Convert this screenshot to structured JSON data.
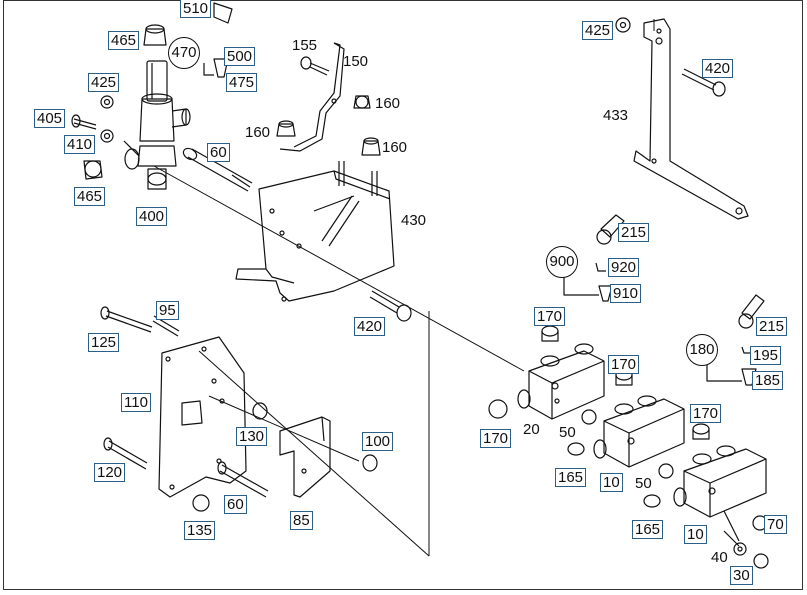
{
  "callouts": {
    "c510": "510",
    "c465a": "465",
    "c470": "470",
    "c500": "500",
    "c475": "475",
    "c155": "155",
    "c150": "150",
    "c425a": "425",
    "c160a": "160",
    "c405": "405",
    "c160b": "160",
    "c160c": "160",
    "c410": "410",
    "c60a": "60",
    "c465b": "465",
    "c400": "400",
    "c430": "430",
    "c425b": "425",
    "c420a": "420",
    "c433": "433",
    "c215a": "215",
    "c900": "900",
    "c920": "920",
    "c910": "910",
    "c420b": "420",
    "c95": "95",
    "c125": "125",
    "c170a": "170",
    "c215b": "215",
    "c180": "180",
    "c195": "195",
    "c170b": "170",
    "c185": "185",
    "c110": "110",
    "c130": "130",
    "c100": "100",
    "c170c": "170",
    "c20": "20",
    "c50a": "50",
    "c170d": "170",
    "c120": "120",
    "c165a": "165",
    "c10a": "10",
    "c50b": "50",
    "c60b": "60",
    "c85": "85",
    "c135": "135",
    "c165b": "165",
    "c70": "70",
    "c10b": "10",
    "c40": "40",
    "c30": "30"
  }
}
